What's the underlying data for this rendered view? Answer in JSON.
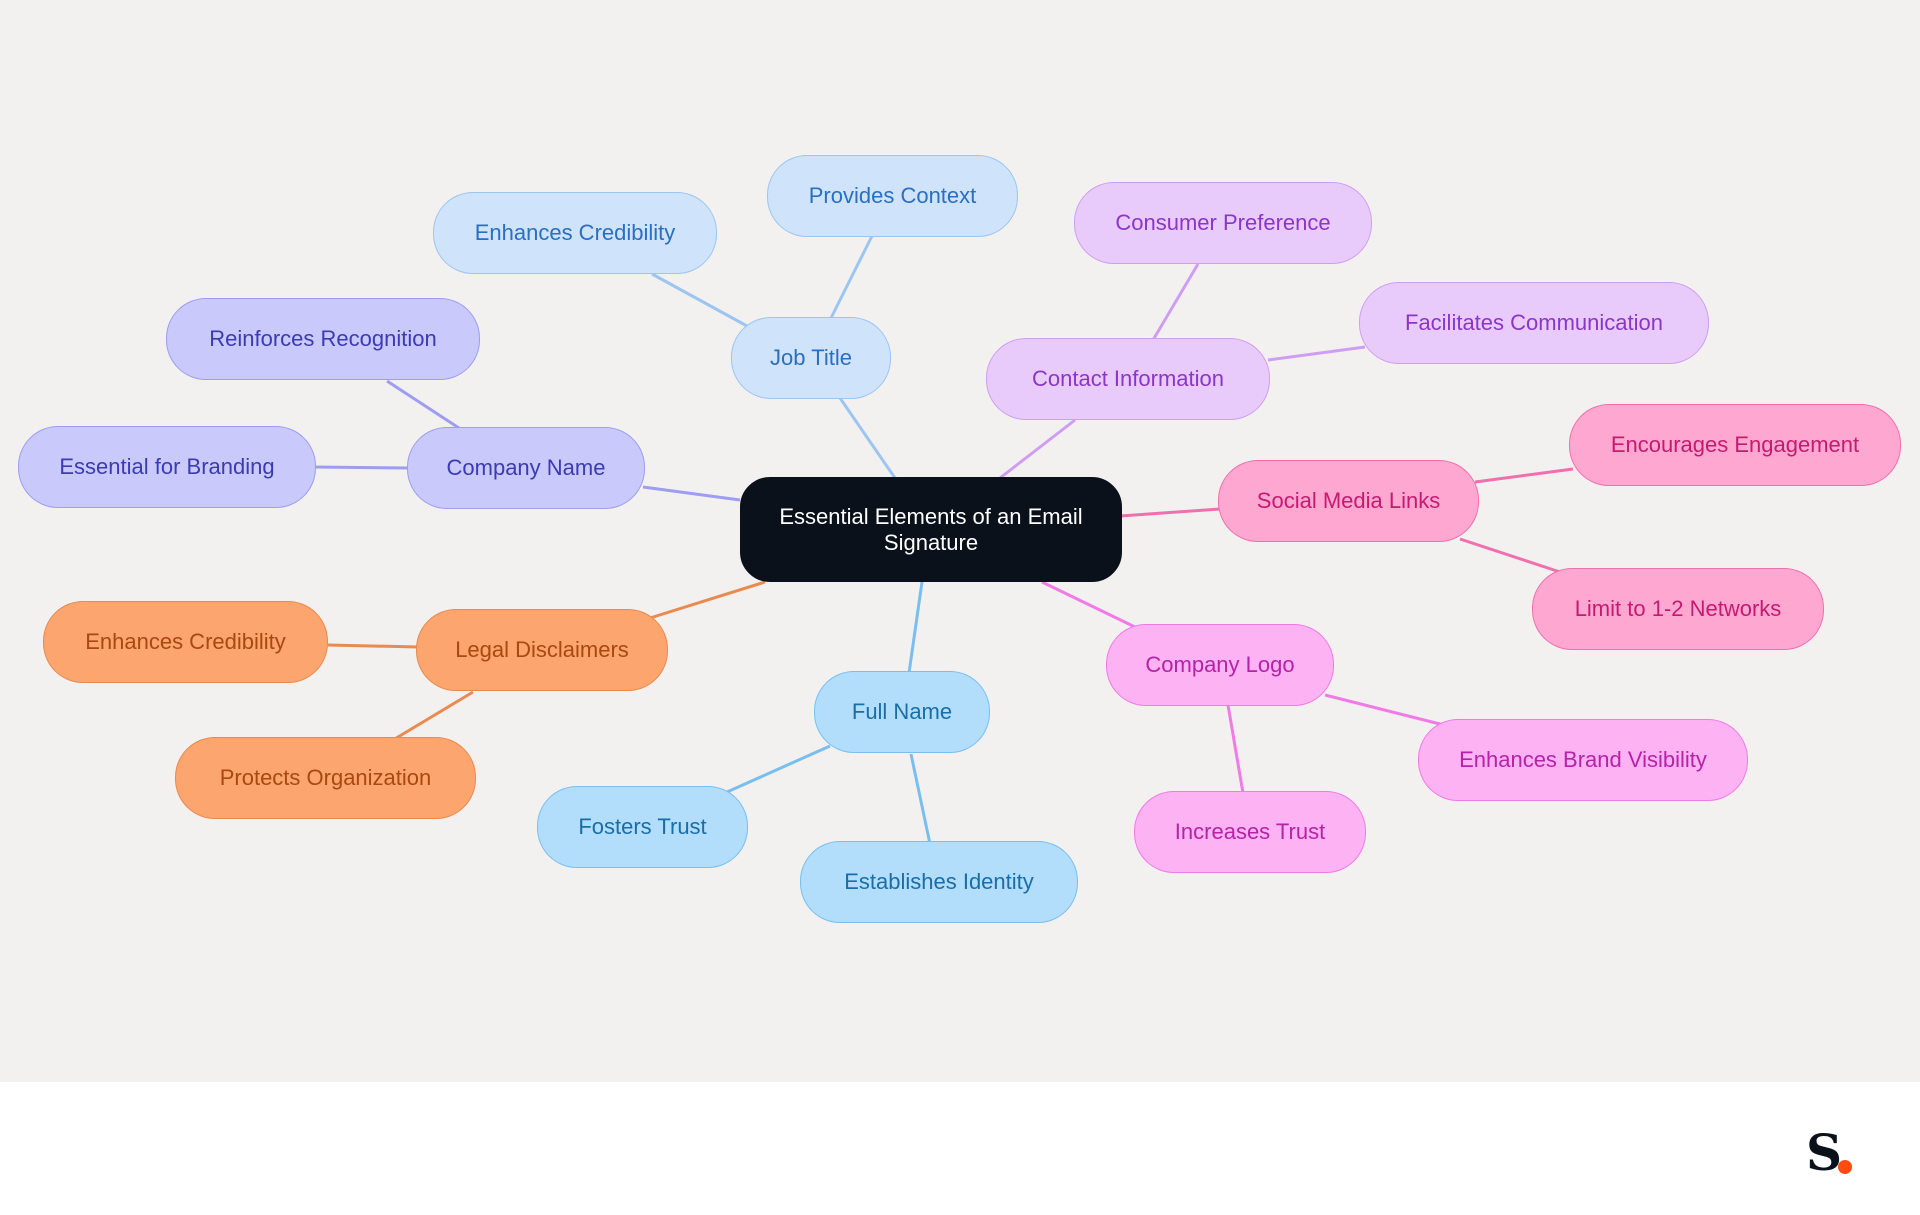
{
  "mindmap": {
    "root": "Essential Elements of an Email Signature",
    "branches": {
      "job_title": {
        "label": "Job Title",
        "children": [
          "Enhances Credibility",
          "Provides Context"
        ]
      },
      "contact_information": {
        "label": "Contact Information",
        "children": [
          "Consumer Preference",
          "Facilitates Communication"
        ]
      },
      "social_media_links": {
        "label": "Social Media Links",
        "children": [
          "Encourages Engagement",
          "Limit to 1-2 Networks"
        ]
      },
      "company_logo": {
        "label": "Company Logo",
        "children": [
          "Enhances Brand Visibility",
          "Increases Trust"
        ]
      },
      "full_name": {
        "label": "Full Name",
        "children": [
          "Fosters Trust",
          "Establishes Identity"
        ]
      },
      "legal_disclaimers": {
        "label": "Legal Disclaimers",
        "children": [
          "Enhances Credibility",
          "Protects Organization"
        ]
      },
      "company_name": {
        "label": "Company Name",
        "children": [
          "Reinforces Recognition",
          "Essential for Branding"
        ]
      }
    }
  },
  "colors": {
    "canvas": "#f3f1f0",
    "root": "#0b111b",
    "job_title": "#9cc5f2",
    "contact_information": "#cf9ef3",
    "social_media_links": "#f06fae",
    "company_logo": "#f07ae6",
    "full_name": "#78bff0",
    "legal_disclaimers": "#e98a4e",
    "company_name": "#9d9df1",
    "brand_dot": "#ff4d12"
  },
  "footer": {
    "brand_letter": "S"
  }
}
